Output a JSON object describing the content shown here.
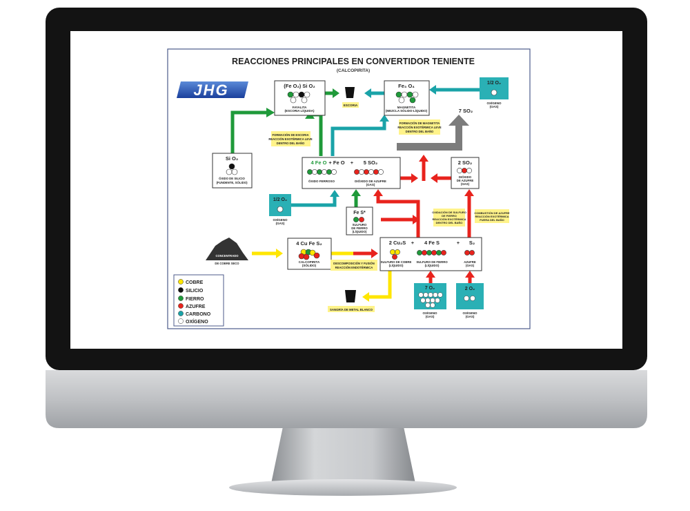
{
  "title": "REACCIONES PRINCIPALES EN CONVERTIDOR TENIENTE",
  "subtitle": "(CALCOPIRITA)",
  "logo_text": "JHG",
  "colors": {
    "green": "#1f9a3a",
    "teal": "#1aa3a8",
    "red": "#e8231d",
    "yellow": "#ffe600",
    "grey": "#7c7c7c",
    "note_bg": "#fff38a",
    "teal_box": "#2ab0b5"
  },
  "boxes": {
    "fayalita": {
      "formula": "(Fe O₂) Si O₂",
      "name": "FAYALITA",
      "desc": "(ESCORIA LÍQUIDA)"
    },
    "escoria": {
      "name": "ESCORIA"
    },
    "magnetita": {
      "formula": "Fe₃ O₄",
      "name": "MAGNETITA",
      "desc": "(MEZCLA SÓLIDO-LÍQUIDO)"
    },
    "oxigeno_top": {
      "formula": "1/2 O₂",
      "name": "OXÍGENO",
      "desc": "(GAS)"
    },
    "so2_out": {
      "formula": "7 SO₂"
    },
    "silice": {
      "formula": "Si O₂",
      "name": "ÓXIDO DE SILICIO",
      "desc": "(FUNDENTE, SÓLIDO)"
    },
    "feo": {
      "formula_a": "4 Fe O",
      "formula_b": "+ Fe O",
      "formula_c": "+",
      "formula_d": "5 SO₂",
      "name_a": "ÓXIDO FERROSO",
      "name_b": "DIÓXIDO DE AZUFRE",
      "desc_b": "(GAS)"
    },
    "so2_right": {
      "formula": "2 SO₂",
      "name": "DIÓXIDO",
      "name2": "DE AZUFRE",
      "desc": "(GAS)"
    },
    "oxigeno_mid": {
      "formula": "1/2 O₂",
      "name": "OXÍGENO",
      "desc": "(GAS)"
    },
    "fes": {
      "formula": "Fe S*",
      "name": "SULFURO",
      "name2": "DE FIERRO",
      "desc": "(LÍQUIDO)"
    },
    "concentrado": {
      "name": "CONCENTRADO",
      "name2": "DE COBRE SECO"
    },
    "calcopirita": {
      "formula": "4 Cu Fe  S₂",
      "name": "CALCOPIRITA",
      "desc": "(SÓLIDO)"
    },
    "mata": {
      "formula_a": "2 Cu₂S",
      "formula_b": "+",
      "formula_c": "4 Fe S",
      "formula_d": "+",
      "formula_e": "S₂",
      "name_a": "SULFURO DE COBRE",
      "desc_a": "(LÍQUIDO)",
      "name_b": "SULFURO DE FIERRO",
      "desc_b": "(LÍQUIDO)",
      "name_c": "AZUFRE",
      "desc_c": "(GAS)"
    },
    "oxigeno_7": {
      "formula": "7 O₂",
      "name": "OXÍGENO",
      "desc": "(GAS)"
    },
    "oxigeno_2": {
      "formula": "2 O₂",
      "name": "OXÍGENO",
      "desc": "(GAS)"
    },
    "sangria": {
      "name": "SANGRÍA DE METAL BLANCO"
    }
  },
  "notes": {
    "escoria": [
      "FORMACIÓN DE ESCORIA",
      "REACCIÓN EXOTÉRMICA LEVE",
      "DENTRO DEL BAÑO"
    ],
    "magnetita": [
      "FORMACIÓN DE MAGNETITA",
      "REACCIÓN EXOTÉRMICA LEVE",
      "DENTRO DEL BAÑO"
    ],
    "oxidacion": [
      "OXIDACIÓN DE SULFURO",
      "DE FIERRO",
      "REACCIÓN EXOTÉRMICA",
      "DENTRO DEL BAÑO"
    ],
    "combustion": [
      "COMBUSTIÓN DE AZUFRE",
      "REACCIÓN EXOTÉRMICA",
      "FUERA DEL BAÑO"
    ],
    "descomposicion": [
      "DESCOMPOSICIÓN Y FUSIÓN",
      "REACCIÓN ENDOTÉRMICA"
    ]
  },
  "legend": [
    {
      "label": "COBRE",
      "color": "#ffe600"
    },
    {
      "label": "SILICIO",
      "color": "#111111"
    },
    {
      "label": "FIERRO",
      "color": "#1f9a3a"
    },
    {
      "label": "AZUFRE",
      "color": "#e8231d"
    },
    {
      "label": "CARBONO",
      "color": "#1aa3a8"
    },
    {
      "label": "OXÍGENO",
      "color": "#ffffff"
    }
  ]
}
